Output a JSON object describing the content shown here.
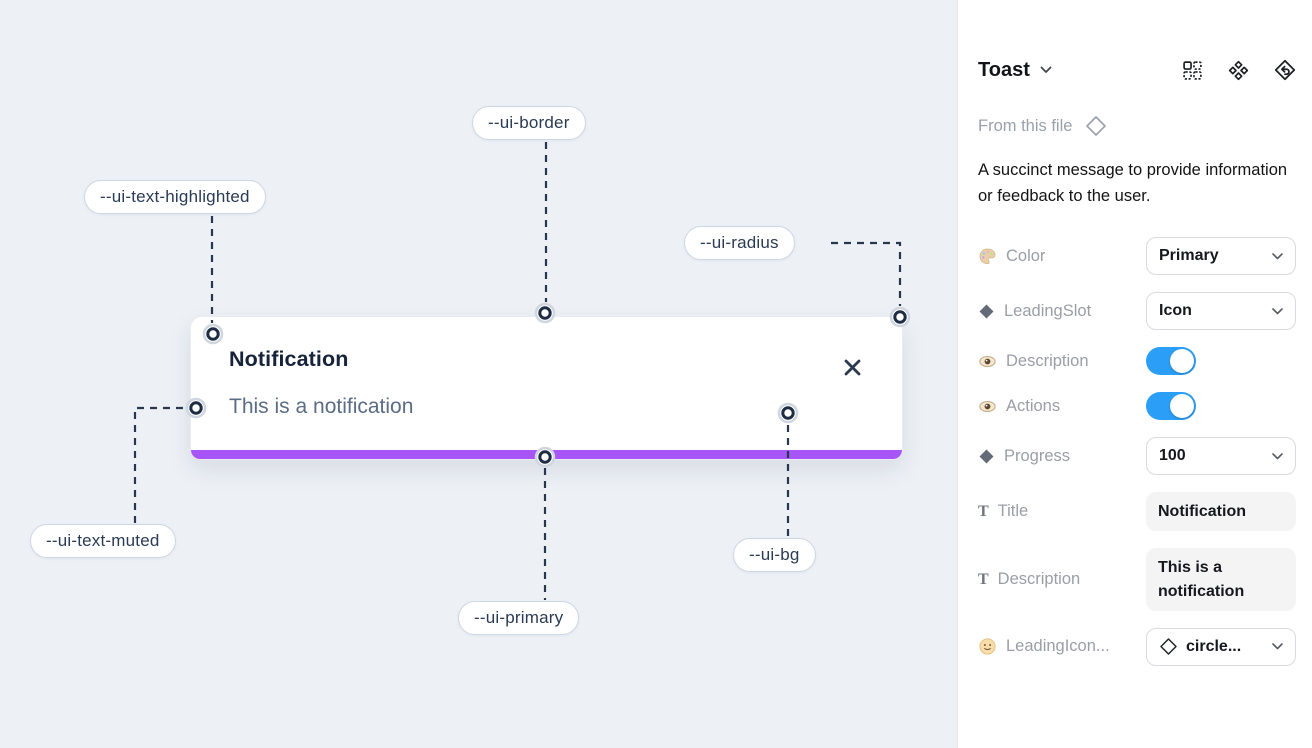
{
  "canvas": {
    "toast": {
      "title": "Notification",
      "description": "This is a notification",
      "progress_percent": 100
    },
    "annotations": [
      {
        "text": "--ui-border"
      },
      {
        "text": "--ui-text-highlighted"
      },
      {
        "text": "--ui-radius"
      },
      {
        "text": "--ui-text-muted"
      },
      {
        "text": "--ui-primary"
      },
      {
        "text": "--ui-bg"
      }
    ]
  },
  "panel": {
    "title": "Toast",
    "source_label": "From this file",
    "description": "A succinct message to provide information or feedback to the user.",
    "properties": [
      {
        "icon": "palette-icon",
        "label": "Color",
        "control": "select",
        "value": "Primary"
      },
      {
        "icon": "diamond-icon",
        "label": "LeadingSlot",
        "control": "select",
        "value": "Icon"
      },
      {
        "icon": "eye-icon",
        "label": "Description",
        "control": "toggle",
        "value": "on"
      },
      {
        "icon": "eye-icon",
        "label": "Actions",
        "control": "toggle",
        "value": "on"
      },
      {
        "icon": "diamond-icon",
        "label": "Progress",
        "control": "select",
        "value": "100"
      },
      {
        "icon": "text-icon",
        "label": "Title",
        "control": "text",
        "value": "Notification"
      },
      {
        "icon": "text-icon",
        "label": "Description",
        "control": "text",
        "value": "This is a notification"
      },
      {
        "icon": "smiley-icon",
        "label": "LeadingIcon...",
        "control": "icon-select",
        "value": "circle..."
      }
    ]
  },
  "colors": {
    "primary_purple": "#a855f7",
    "toggle_on_blue": "#2b9ff8",
    "canvas_background": "#edf1f6",
    "annotation_ink": "#2b3b55"
  }
}
